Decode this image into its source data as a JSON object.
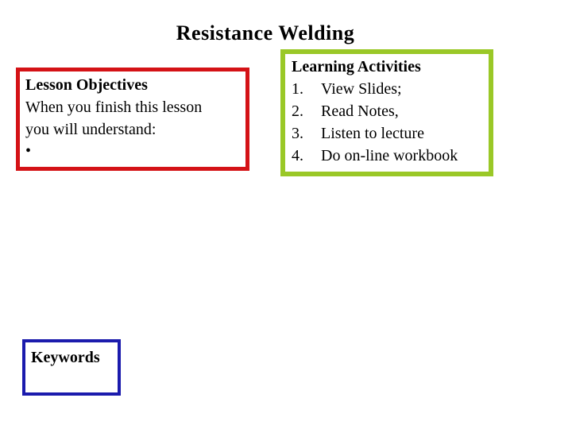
{
  "slide": {
    "title": "Resistance Welding",
    "colors": {
      "background": "#ffffff",
      "text": "#000000",
      "objectives_border": "#d41216",
      "activities_border": "#9ac827",
      "keywords_border": "#1b1bad"
    },
    "objectives_box": {
      "heading": "Lesson Objectives",
      "lines": [
        "When you finish this lesson",
        "you will understand:"
      ],
      "bullet": "•"
    },
    "activities_box": {
      "heading": "Learning Activities",
      "items": [
        {
          "number": "1.",
          "label": "View Slides;"
        },
        {
          "number": "2.",
          "label": "Read Notes,"
        },
        {
          "number": "3.",
          "label": "Listen to lecture"
        },
        {
          "number": "4.",
          "label": "Do on-line workbook"
        }
      ]
    },
    "keywords_box": {
      "heading": "Keywords"
    }
  }
}
